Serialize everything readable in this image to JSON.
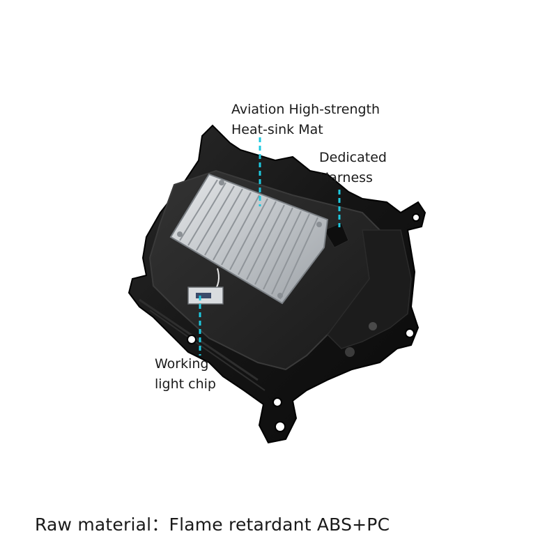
{
  "callouts": {
    "heatsink": {
      "line1": "Aviation High-strength",
      "line2": "Heat-sink Mat"
    },
    "harness": {
      "line1": "Dedicated",
      "line2": "Harness"
    },
    "chip": {
      "line1": "Working",
      "line2": "light chip"
    }
  },
  "caption": {
    "prefix": "Raw material：",
    "value": "Flame retardant ABS+PC"
  },
  "colors": {
    "leader_line": "#1ec9e0",
    "housing": "#151515",
    "heatsink": "#c9ccd0",
    "background": "#ffffff"
  }
}
